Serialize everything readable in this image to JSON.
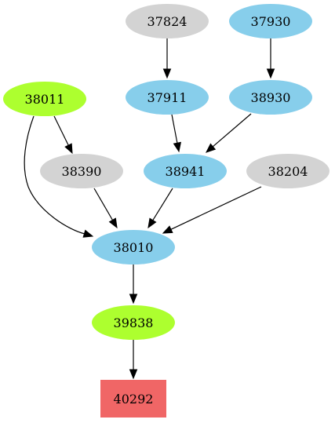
{
  "colors": {
    "blue": "#87ceeb",
    "gray": "#d3d3d3",
    "green": "#adff2f",
    "red": "#f06666",
    "edge": "#000000"
  },
  "nodes": [
    {
      "id": "37824",
      "label": "37824",
      "shape": "ellipse",
      "color": "gray"
    },
    {
      "id": "37930",
      "label": "37930",
      "shape": "ellipse",
      "color": "blue"
    },
    {
      "id": "38011",
      "label": "38011",
      "shape": "ellipse",
      "color": "green"
    },
    {
      "id": "37911",
      "label": "37911",
      "shape": "ellipse",
      "color": "blue"
    },
    {
      "id": "38930",
      "label": "38930",
      "shape": "ellipse",
      "color": "blue"
    },
    {
      "id": "38390",
      "label": "38390",
      "shape": "ellipse",
      "color": "gray"
    },
    {
      "id": "38941",
      "label": "38941",
      "shape": "ellipse",
      "color": "blue"
    },
    {
      "id": "38204",
      "label": "38204",
      "shape": "ellipse",
      "color": "gray"
    },
    {
      "id": "38010",
      "label": "38010",
      "shape": "ellipse",
      "color": "blue"
    },
    {
      "id": "39838",
      "label": "39838",
      "shape": "ellipse",
      "color": "green"
    },
    {
      "id": "40292",
      "label": "40292",
      "shape": "box",
      "color": "red"
    }
  ],
  "edges": [
    {
      "from": "37824",
      "to": "37911"
    },
    {
      "from": "37930",
      "to": "38930"
    },
    {
      "from": "37911",
      "to": "38941"
    },
    {
      "from": "38930",
      "to": "38941"
    },
    {
      "from": "38011",
      "to": "38390"
    },
    {
      "from": "38011",
      "to": "38010"
    },
    {
      "from": "38390",
      "to": "38010"
    },
    {
      "from": "38941",
      "to": "38010"
    },
    {
      "from": "38204",
      "to": "38010"
    },
    {
      "from": "38010",
      "to": "39838"
    },
    {
      "from": "39838",
      "to": "40292"
    }
  ]
}
